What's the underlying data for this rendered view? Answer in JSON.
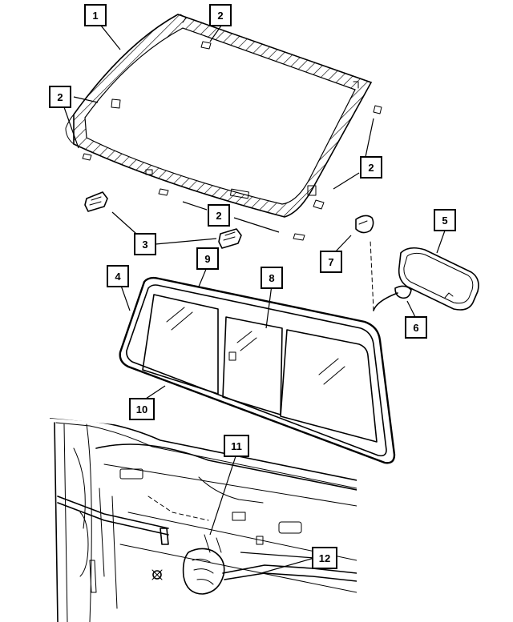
{
  "callouts": [
    {
      "id": "c1",
      "label": "1"
    },
    {
      "id": "c2a",
      "label": "2"
    },
    {
      "id": "c2b",
      "label": "2"
    },
    {
      "id": "c2c",
      "label": "2"
    },
    {
      "id": "c2d",
      "label": "2"
    },
    {
      "id": "c3",
      "label": "3"
    },
    {
      "id": "c4",
      "label": "4"
    },
    {
      "id": "c5",
      "label": "5"
    },
    {
      "id": "c6",
      "label": "6"
    },
    {
      "id": "c7",
      "label": "7"
    },
    {
      "id": "c8",
      "label": "8"
    },
    {
      "id": "c9",
      "label": "9"
    },
    {
      "id": "c10",
      "label": "10"
    },
    {
      "id": "c11",
      "label": "11"
    },
    {
      "id": "c12",
      "label": "12"
    }
  ],
  "colors": {
    "line": "#000000",
    "background": "#ffffff",
    "hatch": "#000000"
  }
}
